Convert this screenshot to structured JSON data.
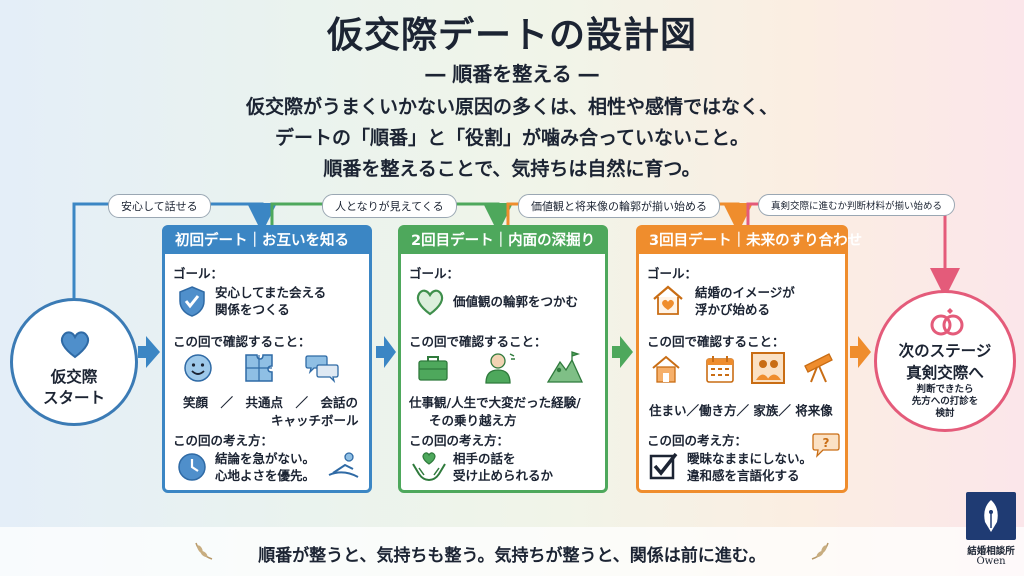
{
  "header": {
    "title": "仮交際デートの設計図",
    "subtitle": "― 順番を整える ―",
    "lead": [
      "仮交際がうまくいかない原因の多くは、相性や感情ではなく、",
      "デートの「順番」と「役割」が噛み合っていないこと。",
      "順番を整えることで、気持ちは自然に育つ。"
    ]
  },
  "start": {
    "label": "仮交際\nスタート",
    "icon": "heart-icon"
  },
  "transitions": [
    "安心して話せる",
    "人となりが見えてくる",
    "価値観と将来像の輪郭が揃い始める",
    "真剣交際に進むか判断材料が揃い始める"
  ],
  "colors": {
    "step1": "#3b86c4",
    "step2": "#4ea85c",
    "step3": "#ef8d2d",
    "goal": "#e45b7a"
  },
  "steps": [
    {
      "header": "初回デート｜お互いを知る",
      "goal_label": "ゴール：",
      "goal_text": "安心してまた会える\n関係をつくる",
      "goal_icon": "shield-check-icon",
      "check_label": "この回で確認すること：",
      "check_items": [
        "smile-icon",
        "puzzle-icon",
        "chat-bubbles-icon"
      ],
      "check_text": "笑顔　／　共通点　／　会話の",
      "check_text2": "キャッチボール",
      "mindset_label": "この回の考え方：",
      "mindset_text": "結論を急がない。\n心地よさを優先。",
      "mindset_icon": "clock-icon"
    },
    {
      "header": "2回目デート｜内面の深掘り",
      "goal_label": "ゴール：",
      "goal_text": "価値観の輪郭をつかむ",
      "goal_icon": "heart-outline-icon",
      "check_label": "この回で確認すること：",
      "check_items": [
        "briefcase-icon",
        "person-thinking-icon",
        "mountain-climb-icon"
      ],
      "check_text": "仕事観/人生で大変だった経験/",
      "check_text2": "その乗り越え方",
      "mindset_label": "この回の考え方：",
      "mindset_text": "相手の話を\n受け止められるか",
      "mindset_icon": "hands-heart-icon"
    },
    {
      "header": "3回目デート｜未来のすり合わせ",
      "goal_label": "ゴール：",
      "goal_text": "結婚のイメージが\n浮かび始める",
      "goal_icon": "house-heart-icon",
      "check_label": "この回で確認すること：",
      "check_items": [
        "house-icon",
        "calendar-icon",
        "family-photo-icon",
        "telescope-icon"
      ],
      "check_text": "住まい／働き方／ 家族／ 将来像",
      "check_text2": "",
      "mindset_label": "この回の考え方：",
      "mindset_text": "曖昧なままにしない。\n違和感を言語化する",
      "mindset_icon": "checkbox-icon"
    }
  ],
  "goal": {
    "title": "次のステージ",
    "subtitle": "真剣交際へ",
    "note": "判断できたら\n先方への打診を\n検討",
    "icon": "rings-icon"
  },
  "footer": {
    "slogan": "順番が整うと、気持ちも整う。気持ちが整うと、関係は前に進む。",
    "logo_name": "結婚相談所",
    "logo_sub": "Owen"
  }
}
